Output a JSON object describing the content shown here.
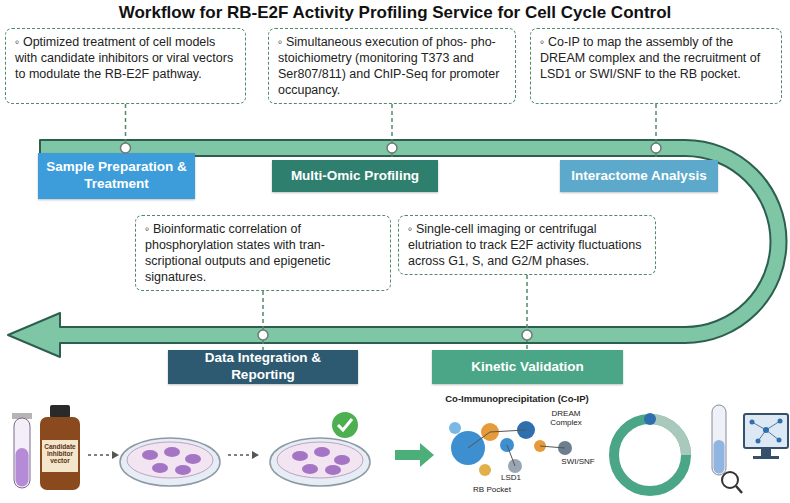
{
  "diagram": {
    "title": "Workflow for RB-E2F Activity Profiling Service for Cell Cycle Control",
    "nodes": [
      {
        "text": [
          "◦ Optimized treatment of cell models with candidate inhibitors or viral vectors to modulate the RB-E2F pathway."
        ]
      },
      {
        "text": [
          "◦ Simultaneous execution of phos- pho-stoichiometry (monitoring T373 and Ser807/811) and ChIP-Seq for promoter occupancy."
        ]
      },
      {
        "text": [
          "◦ Co-IP to map the assembly of the DREAM complex and the recruitment of LSD1 or SWI/SNF to the RB pocket."
        ]
      },
      {
        "text": [
          "Sample Preparation & Treatment"
        ]
      },
      {
        "text": [
          "Multi-Omic Profiling"
        ]
      },
      {
        "text": [
          "Interactome Analysis"
        ]
      },
      {
        "text": [
          "◦ Bioinformatic correlation of phosphorylation states with tran- scriptional outputs and epigenetic signatures."
        ]
      },
      {
        "text": [
          "◦ Single-cell imaging or centrifugal elutriation to track E2F activity fluctuations across G1, S, and G2/M phases."
        ]
      },
      {
        "text": [
          "Data Integration & Reporting"
        ]
      },
      {
        "text": [
          "Kinetic Validation"
        ]
      }
    ],
    "edges": [
      {
        "from": 0,
        "to": 3,
        "arrow": "none"
      },
      {
        "from": 1,
        "to": 4,
        "arrow": "none"
      },
      {
        "from": 2,
        "to": 5,
        "arrow": "none"
      },
      {
        "from": 6,
        "to": 8,
        "arrow": "none"
      },
      {
        "from": 7,
        "to": 9,
        "arrow": "none"
      }
    ],
    "labels": [
      "Candidate inhibitor vector",
      "Co-Immunoprecipitation (Co-IP)",
      "DREAM Complex",
      "LSD1",
      "SWI/SNF",
      "RB Pocket"
    ]
  }
}
